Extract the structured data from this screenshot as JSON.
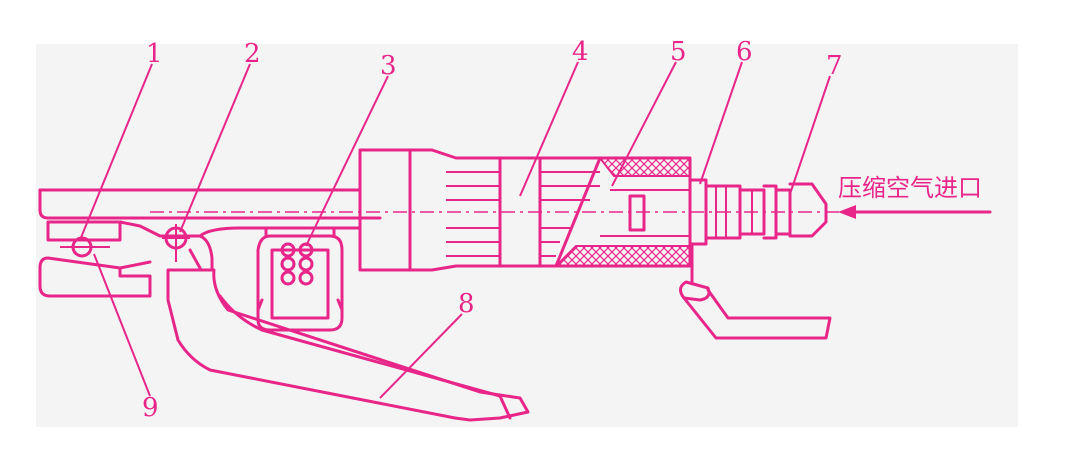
{
  "diagram": {
    "callouts": [
      "1",
      "2",
      "3",
      "4",
      "5",
      "6",
      "7",
      "8",
      "9"
    ],
    "inlet_label": "压缩空气进口",
    "colors": {
      "line": "#e8268a",
      "background": "#ffffff",
      "panel": "#f4f4f4"
    }
  }
}
